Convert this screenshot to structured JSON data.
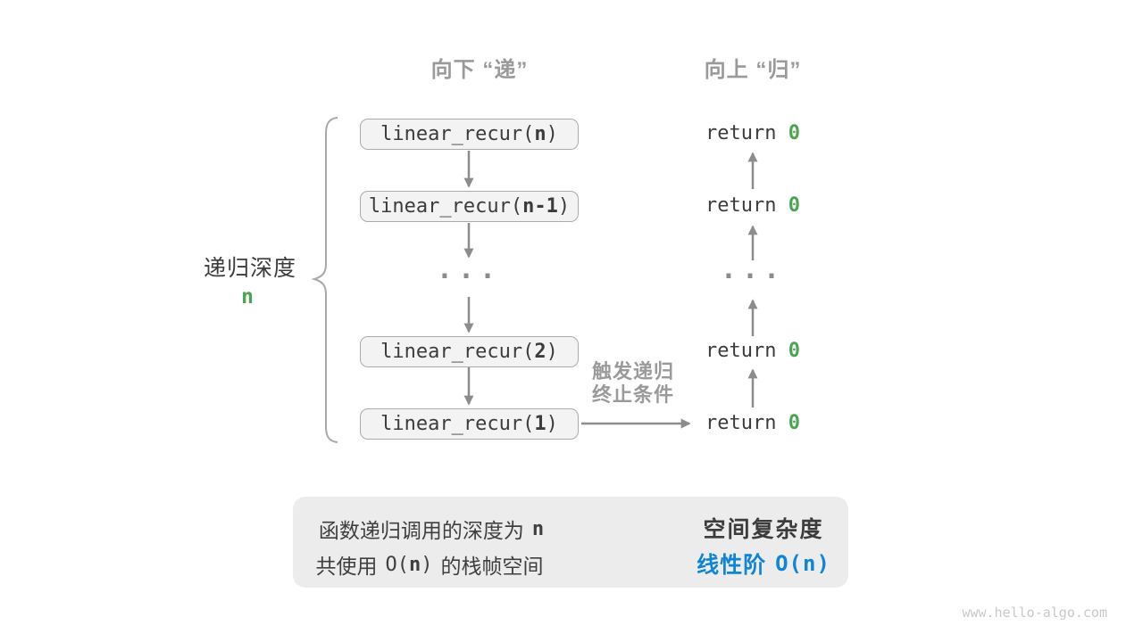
{
  "headers": {
    "down": "向下 “递”",
    "up": "向上 “归”"
  },
  "depth": {
    "label": "递归深度",
    "value": "n"
  },
  "calls": [
    {
      "prefix": "linear_recur(",
      "arg": "n",
      "suffix": ")"
    },
    {
      "prefix": "linear_recur(",
      "arg": "n-1",
      "suffix": ")"
    },
    {
      "prefix": "linear_recur(",
      "arg": "2",
      "suffix": ")"
    },
    {
      "prefix": "linear_recur(",
      "arg": "1",
      "suffix": ")"
    }
  ],
  "returns": [
    {
      "prefix": "return ",
      "value": "0"
    },
    {
      "prefix": "return ",
      "value": "0"
    },
    {
      "prefix": "return ",
      "value": "0"
    },
    {
      "prefix": "return ",
      "value": "0"
    }
  ],
  "ellipsis": "···",
  "trigger_note": {
    "line1": "触发递归",
    "line2": "终止条件"
  },
  "summary": {
    "line1_text": "函数递归调用的深度为",
    "line1_value": "n",
    "line2_pre": "共使用",
    "line2_code_open": "O(",
    "line2_code_arg": "n",
    "line2_code_close": ")",
    "line2_post": "的栈帧空间",
    "title": "空间复杂度",
    "result_label": "线性阶",
    "result_code_open": "O(",
    "result_arg": "n",
    "result_code_close": ")"
  },
  "watermark": "www.hello-algo.com",
  "colors": {
    "accent_green": "#4CA453",
    "accent_blue": "#1085D6",
    "label_gray": "#9A9A9A",
    "arrow_gray": "#8C8C8C",
    "text_dark": "#3C3C3C",
    "box_fill": "#F3F3F3",
    "box_border": "#ABABAB",
    "summary_fill": "#ECECEC"
  }
}
